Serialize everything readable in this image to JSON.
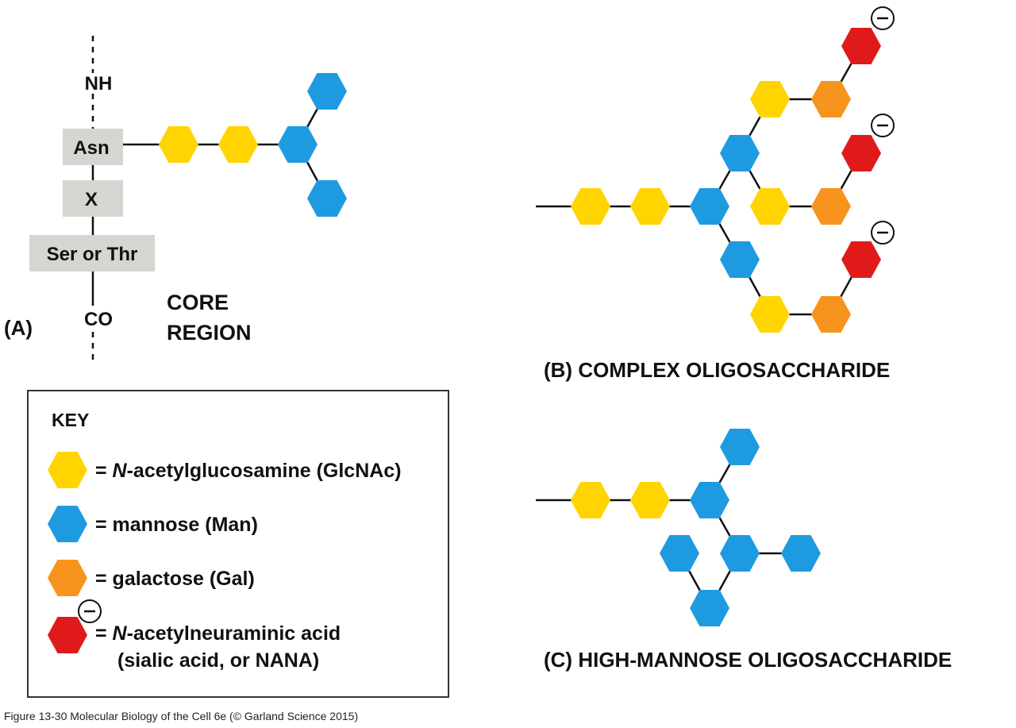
{
  "colors": {
    "glcnac": "#FFD400",
    "mannose": "#1E9BE0",
    "galactose": "#F7941D",
    "sialic": "#E01A1A",
    "box_gray": "#D3D6D1",
    "ink": "#111111"
  },
  "panel_a": {
    "nh": "NH",
    "asn": "Asn",
    "x": "X",
    "ser_thr": "Ser or Thr",
    "co": "CO",
    "label": "(A)",
    "core_line1": "CORE",
    "core_line2": "REGION"
  },
  "panel_b": {
    "label": "(B)  COMPLEX OLIGOSACCHARIDE"
  },
  "panel_c": {
    "label": "(C)  HIGH-MANNOSE OLIGOSACCHARIDE"
  },
  "key": {
    "title": "KEY",
    "items": [
      {
        "sugar": "glcnac",
        "prefix": "= ",
        "italic": "N",
        "text": "-acetylglucosamine (GlcNAc)"
      },
      {
        "sugar": "mannose",
        "prefix": "= ",
        "italic": "",
        "text": "mannose (Man)"
      },
      {
        "sugar": "galactose",
        "prefix": "= ",
        "italic": "",
        "text": "galactose (Gal)"
      },
      {
        "sugar": "sialic",
        "prefix": "= ",
        "italic": "N",
        "text": "-acetylneuraminic acid",
        "line2": "(sialic acid, or NANA)"
      }
    ],
    "charge": "−"
  },
  "footer": "Figure 13-30  Molecular Biology of the Cell 6e (© Garland Science 2015)"
}
